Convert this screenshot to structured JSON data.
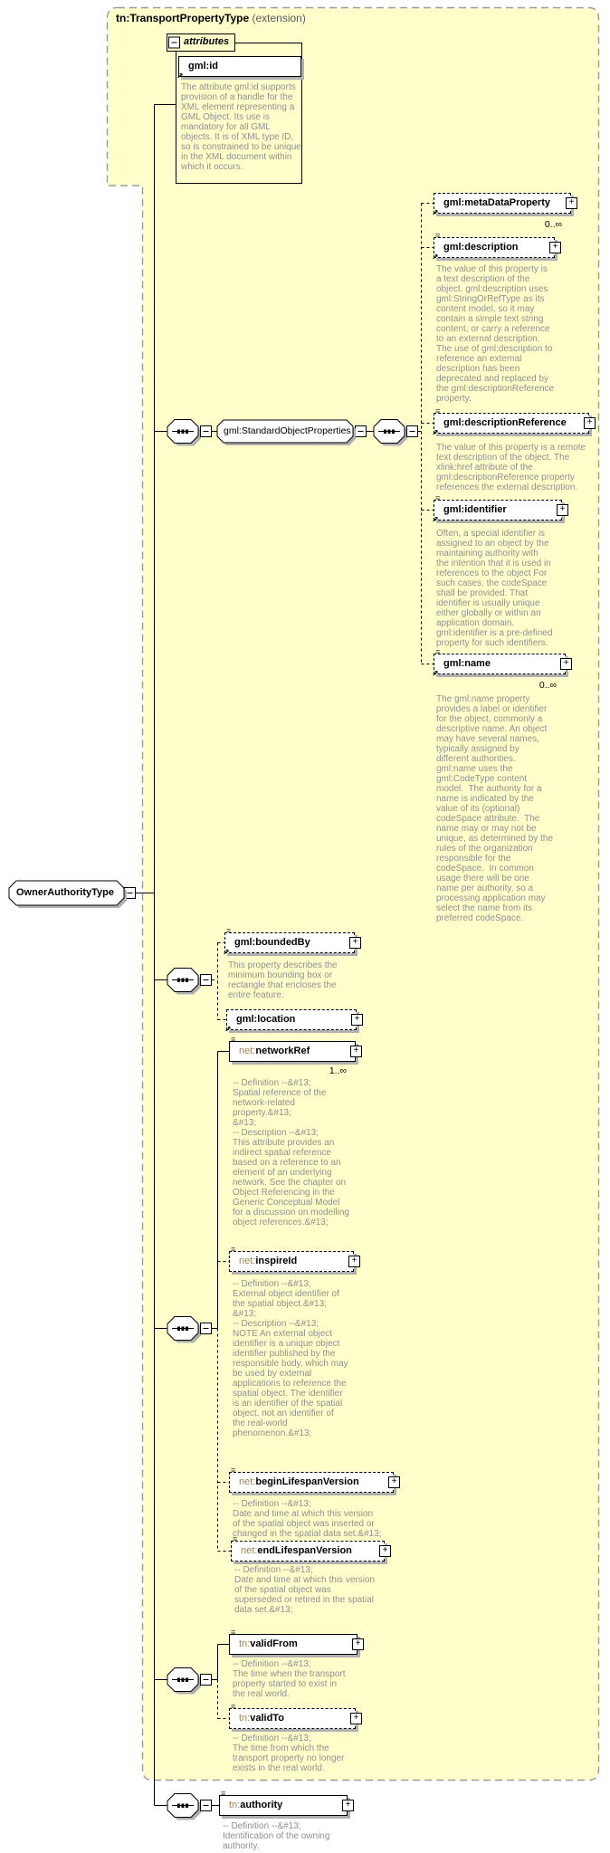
{
  "title": {
    "name": "tn:TransportPropertyType",
    "qualifier": "(extension)"
  },
  "icons": {
    "expand": "+",
    "collapse": "−",
    "annotation": "≡",
    "reference": "↗"
  },
  "attributes_section": {
    "header": "attributes",
    "id_attribute": {
      "label": "gml:id",
      "description": "The attribute gml:id supports\nprovision of a handle for the\nXML element representing a\nGML Object. Its use is\nmandatory for all GML\nobjects. It is of XML type ID,\nso is constrained to be unique\nin the XML document within\nwhich it occurs."
    }
  },
  "owner_type": {
    "label": "OwnerAuthorityType"
  },
  "standard_properties_group": {
    "label": "gml:StandardObjectProperties"
  },
  "elements": {
    "metaDataProperty": {
      "label": "gml:metaDataProperty",
      "occurrence": "0..∞"
    },
    "description": {
      "label": "gml:description",
      "description": "The value of this property is\na text description of the\nobject. gml:description uses\ngml:StringOrRefType as its\ncontent model, so it may\ncontain a simple text string\ncontent, or carry a reference\nto an external description.\nThe use of gml:description to\nreference an external\ndescription has been\ndeprecated and replaced by\nthe gml:descriptionReference\nproperty."
    },
    "descriptionReference": {
      "label": "gml:descriptionReference",
      "description": "The value of this property is a remote\ntext description of the object. The\nxlink:href attribute of the\ngml:descriptionReference property\nreferences the external description."
    },
    "identifier": {
      "label": "gml:identifier",
      "description": "Often, a special identifier is\nassigned to an object by the\nmaintaining authority with\nthe intention that it is used in\nreferences to the object For\nsuch cases, the codeSpace\nshall be provided. That\nidentifier is usually unique\neither globally or within an\napplication domain.\ngml:identifier is a pre-defined\nproperty for such identifiers."
    },
    "name": {
      "label": "gml:name",
      "occurrence": "0..∞",
      "description": "The gml:name property\nprovides a label or identifier\nfor the object, commonly a\ndescriptive name. An object\nmay have several names,\ntypically assigned by\ndifferent authorities.\ngml:name uses the\ngml:CodeType content\nmodel.  The authority for a\nname is indicated by the\nvalue of its (optional)\ncodeSpace attribute.  The\nname may or may not be\nunique, as determined by the\nrules of the organization\nresponsible for the\ncodeSpace.  In common\nusage there will be one\nname per authority, so a\nprocessing application may\nselect the name from its\npreferred codeSpace."
    },
    "boundedBy": {
      "label": "gml:boundedBy",
      "description": "This property describes the\nminimum bounding box or\nrectangle that encloses the\nentire feature."
    },
    "location": {
      "label": "gml:location"
    },
    "networkRef": {
      "prefix": "net:",
      "name": "networkRef",
      "occurrence": "1..∞",
      "description": "-- Definition --&#13;\nSpatial reference of the\nnetwork-related\nproperty.&#13;\n&#13;\n-- Description --&#13;\nThis attribute provides an\nindirect spatial reference\nbased on a reference to an\nelement of an underlying\nnetwork. See the chapter on\nObject Referencing in the\nGeneric Conceptual Model\nfor a discussion on modelling\nobject references.&#13;"
    },
    "inspireId": {
      "prefix": "net:",
      "name": "inspireId",
      "description": "-- Definition --&#13;\nExternal object identifier of\nthe spatial object.&#13;\n&#13;\n-- Description --&#13;\nNOTE An external object\nidentifier is a unique object\nidentifier published by the\nresponsible body, which may\nbe used by external\napplications to reference the\nspatial object. The identifier\nis an identifier of the spatial\nobject, not an identifier of\nthe real-world\nphenomenon.&#13;"
    },
    "beginLifespanVersion": {
      "prefix": "net:",
      "name": "beginLifespanVersion",
      "description": "-- Definition --&#13;\nDate and time at which this version\nof the spatial object was inserted or\nchanged in the spatial data set.&#13;"
    },
    "endLifespanVersion": {
      "prefix": "net:",
      "name": "endLifespanVersion",
      "description": "-- Definition --&#13;\nDate and time at which this version\nof the spatial object was\nsuperseded or retired in the spatial\ndata set.&#13;"
    },
    "validFrom": {
      "prefix": "tn:",
      "name": "validFrom",
      "description": "-- Definition --&#13;\nThe time when the transport\nproperty started to exist in\nthe real world."
    },
    "validTo": {
      "prefix": "tn:",
      "name": "validTo",
      "description": "-- Definition --&#13;\nThe time from which the\ntransport property no longer\nexists in the real world."
    },
    "authority": {
      "prefix": "tn:",
      "name": "authority",
      "description": "-- Definition --&#13;\nIdentification of the owning\nauthority."
    }
  }
}
